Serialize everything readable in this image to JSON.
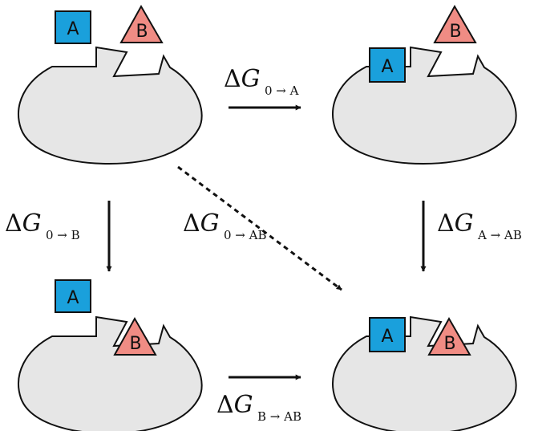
{
  "colors": {
    "ligand_a": "#1aa0dc",
    "ligand_b": "#f08c84",
    "protein": "#e6e6e6",
    "outline": "#111111"
  },
  "ligands": {
    "a": "A",
    "b": "B"
  },
  "transitions": {
    "zero_to_a": {
      "symbol": "ΔG",
      "subscript": "0 → A"
    },
    "zero_to_b": {
      "symbol": "ΔG",
      "subscript": "0 → B"
    },
    "zero_to_ab": {
      "symbol": "ΔG",
      "subscript": "0 → AB"
    },
    "a_to_ab": {
      "symbol": "ΔG",
      "subscript": "A → AB"
    },
    "b_to_ab": {
      "symbol": "ΔG",
      "subscript": "B → AB"
    }
  }
}
